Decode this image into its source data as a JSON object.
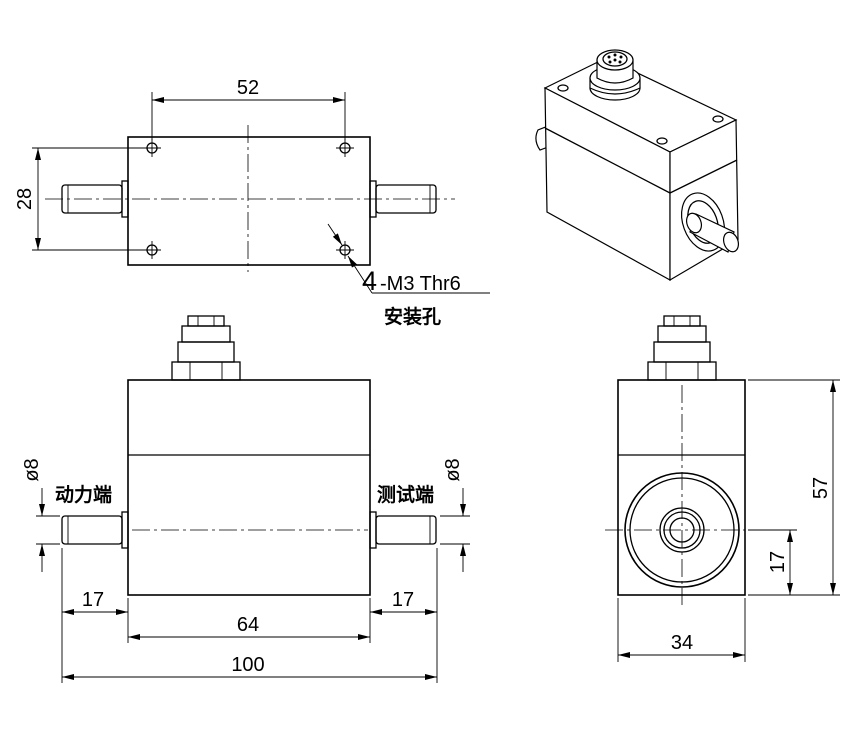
{
  "labels": {
    "top_width": "52",
    "top_height": "28",
    "hole_count": "4",
    "hole_spec": "-M3 Thr6",
    "hole_name": "安装孔",
    "shaft_dia_left": "ø8",
    "shaft_dia_right": "ø8",
    "drive_end": "动力端",
    "test_end": "测试端",
    "shaft_len_left": "17",
    "body_len": "64",
    "shaft_len_right": "17",
    "total_len": "100",
    "side_height": "57",
    "side_shaft_height": "17",
    "side_width": "34"
  }
}
